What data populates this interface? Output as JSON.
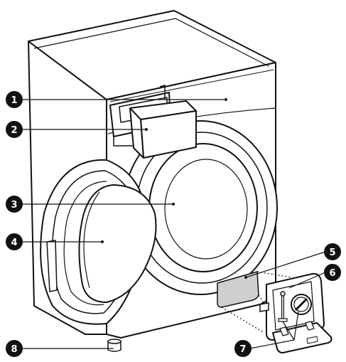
{
  "diagram": {
    "callouts": [
      {
        "number": "1",
        "part": "control-panel"
      },
      {
        "number": "2",
        "part": "detergent-drawer"
      },
      {
        "number": "3",
        "part": "drum"
      },
      {
        "number": "4",
        "part": "door"
      },
      {
        "number": "5",
        "part": "drain-pump-cover"
      },
      {
        "number": "6",
        "part": "drain-hose"
      },
      {
        "number": "7",
        "part": "drain-pump-filter"
      },
      {
        "number": "8",
        "part": "adjustable-foot"
      }
    ]
  },
  "colors": {
    "stroke": "#111111",
    "body": "#ffffff",
    "callout_fill": "#111111",
    "panel_fill": "#cfcfcf"
  }
}
